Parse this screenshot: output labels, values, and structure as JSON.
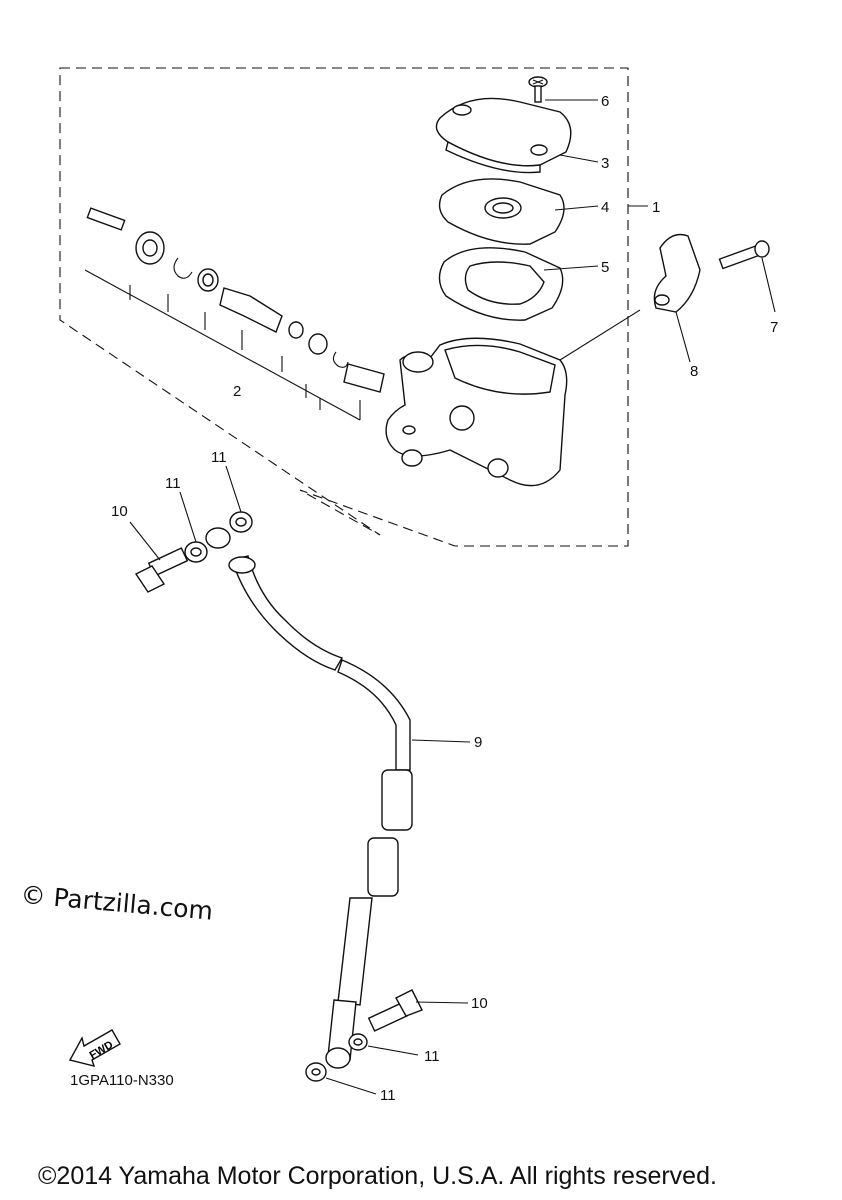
{
  "callouts": {
    "c1": "1",
    "c2": "2",
    "c3": "3",
    "c4": "4",
    "c5": "5",
    "c6": "6",
    "c7": "7",
    "c8": "8",
    "c9": "9",
    "c10a": "10",
    "c10b": "10",
    "c11a": "11",
    "c11b": "11",
    "c11c": "11",
    "c11d": "11"
  },
  "fwd_label": "FWD",
  "diagram_code": "1GPA110-N330",
  "watermark": "© Partzilla.com",
  "copyright": "©2014 Yamaha Motor Corporation, U.S.A. All rights reserved."
}
